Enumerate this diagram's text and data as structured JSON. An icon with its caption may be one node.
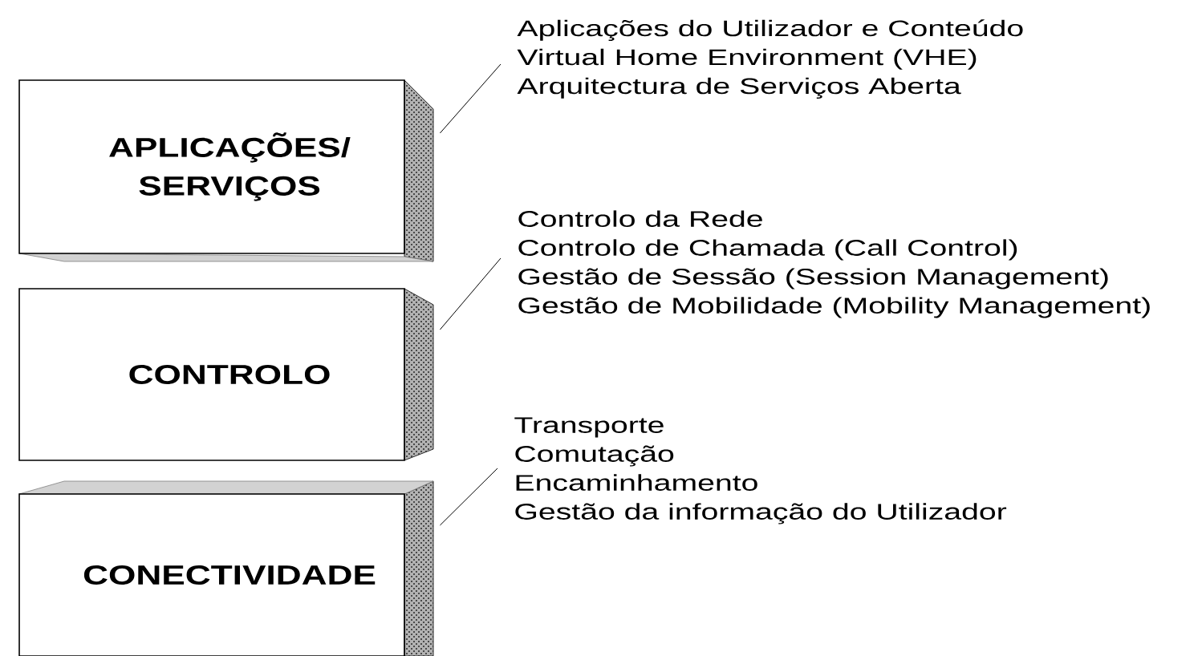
{
  "diagram": {
    "nodes": [
      {
        "text": [
          "APLICAÇÕES/ SERVIÇOS"
        ]
      },
      {
        "text": [
          "CONTROLO"
        ]
      },
      {
        "text": [
          "CONECTIVIDADE"
        ]
      },
      {
        "text": [
          "Aplicações do Utilizador e Conteúdo",
          "Virtual Home Environment (VHE)",
          "Arquitectura de Serviços Aberta"
        ]
      },
      {
        "text": [
          "Controlo da Rede",
          "Controlo de Chamada (Call Control)",
          "Gestão de Sessão (Session Management)",
          "Gestão de Mobilidade (Mobility Management)"
        ]
      },
      {
        "text": [
          "Transporte",
          "Comutação",
          "Encaminhamento",
          "Gestão da informação do Utilizador"
        ]
      }
    ],
    "edges": [
      {
        "from": 3,
        "to": 0,
        "arrow": "none"
      },
      {
        "from": 4,
        "to": 1,
        "arrow": "none"
      },
      {
        "from": 5,
        "to": 2,
        "arrow": "none"
      }
    ]
  }
}
